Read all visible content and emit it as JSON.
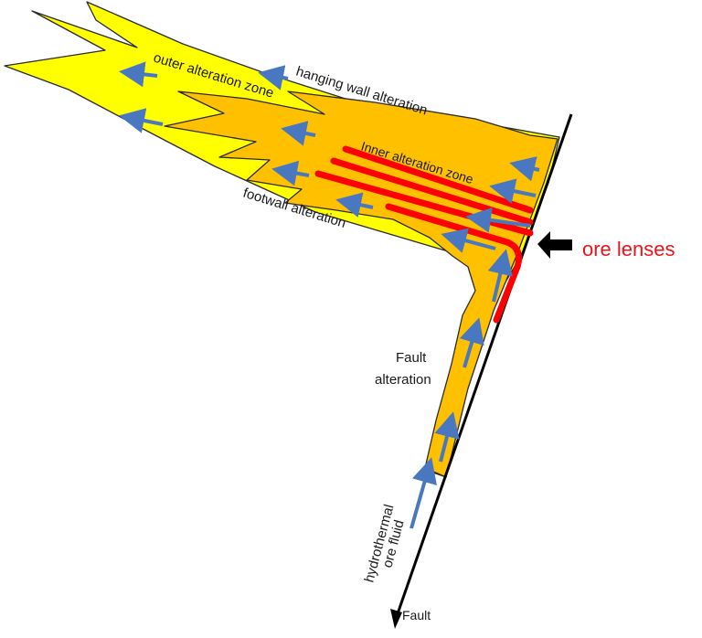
{
  "labels": {
    "outer_zone": "outer alteration zone",
    "hanging_wall": "hanging wall alteration",
    "inner_zone": "Inner alteration zone",
    "footwall": "footwall alteration",
    "ore_lenses": "ore lenses",
    "fault_alteration_line1": "Fault",
    "fault_alteration_line2": "alteration",
    "fluid_line1": "hydrothermal",
    "fluid_line2": "ore fluid",
    "fault": "Fault"
  },
  "colors": {
    "outer_zone_fill": "#ffff00",
    "inner_zone_fill": "#ffc000",
    "ore_lens": "#ff0000",
    "flow_arrow": "#4a78c0",
    "fault_line": "#000000",
    "ore_label": "#e8141a"
  }
}
